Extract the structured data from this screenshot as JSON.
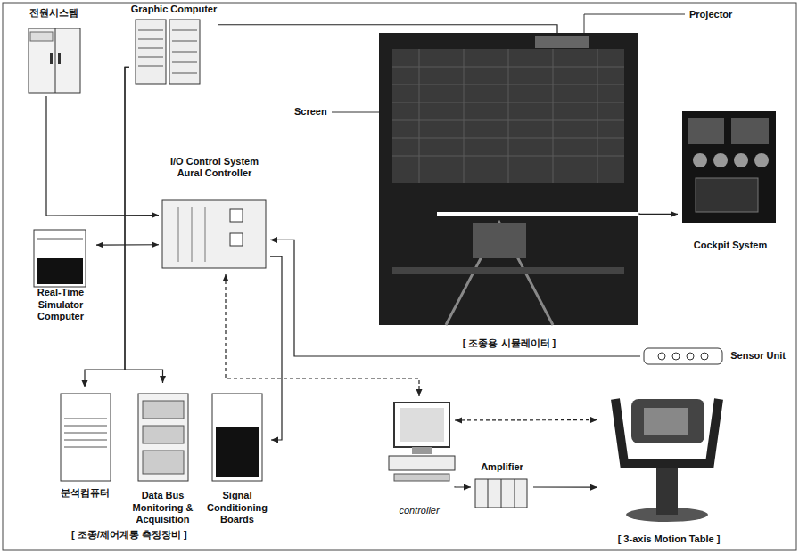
{
  "diagram": {
    "nodes": [
      {
        "text": [
          "전원시스템"
        ]
      },
      {
        "text": [
          "Graphic Computer"
        ]
      },
      {
        "text": [
          "[ 조종용 시뮬레이터 ]"
        ]
      },
      {
        "text": [
          "Cockpit System"
        ]
      },
      {
        "text": [
          "I/O Control System Aural Controller"
        ]
      },
      {
        "text": [
          "Real-Time Simulator Computer"
        ]
      },
      {
        "text": [
          "Sensor Unit"
        ]
      },
      {
        "text": [
          "분석컴퓨터"
        ]
      },
      {
        "text": [
          "Data Bus Monitoring & Acquisition"
        ]
      },
      {
        "text": [
          "Signal Conditioning Boards"
        ]
      },
      {
        "text": [
          "controller"
        ]
      },
      {
        "text": [
          "Amplifier"
        ]
      },
      {
        "text": [
          "[ 3-axis Motion Table ]"
        ]
      }
    ],
    "edges": [
      {
        "from": 0,
        "to": 4,
        "arrow": "to"
      },
      {
        "from": 1,
        "to": 2,
        "arrow": "none"
      },
      {
        "from": 2,
        "to": 3,
        "arrow": "to"
      },
      {
        "from": 5,
        "to": 4,
        "arrow": "both"
      },
      {
        "from": 1,
        "to": 7,
        "arrow": "to"
      },
      {
        "from": 1,
        "to": 8,
        "arrow": "to"
      },
      {
        "from": 6,
        "to": 4,
        "arrow": "to"
      },
      {
        "from": 4,
        "to": 9,
        "arrow": "to"
      },
      {
        "from": 4,
        "to": 10,
        "arrow": "both"
      },
      {
        "from": 10,
        "to": 12,
        "arrow": "both"
      },
      {
        "from": 10,
        "to": 11,
        "arrow": "to"
      },
      {
        "from": 11,
        "to": 12,
        "arrow": "to"
      }
    ],
    "labels": [
      "Projector",
      "Screen",
      "[ 조종/제어계통 측정장비 ]"
    ]
  }
}
